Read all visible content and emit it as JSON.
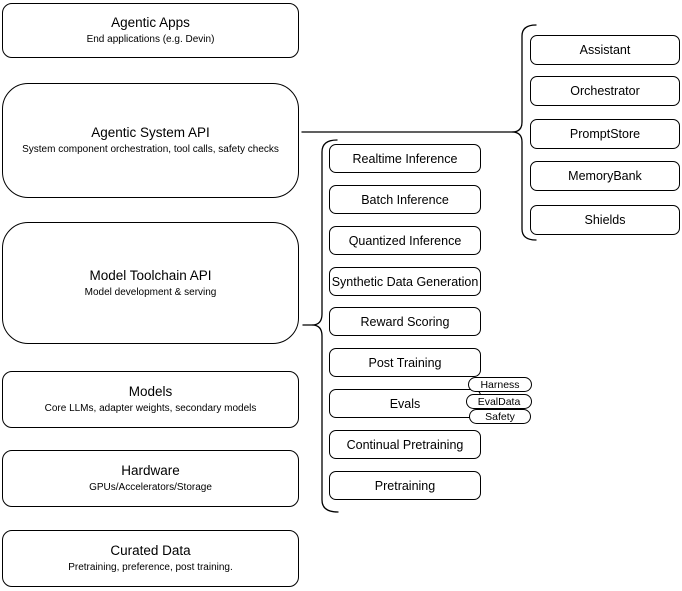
{
  "diagram": {
    "stack_layers": [
      {
        "title": "Agentic Apps",
        "subtitle": "End applications (e.g. Devin)"
      },
      {
        "title": "Agentic System API",
        "subtitle": "System component orchestration, tool calls, safety checks"
      },
      {
        "title": "Model Toolchain API",
        "subtitle": "Model development & serving"
      },
      {
        "title": "Models",
        "subtitle": "Core LLMs, adapter weights, secondary models"
      },
      {
        "title": "Hardware",
        "subtitle": "GPUs/Accelerators/Storage"
      },
      {
        "title": "Curated Data",
        "subtitle": "Pretraining, preference, post training."
      }
    ],
    "toolchain_services": [
      {
        "label": "Realtime Inference"
      },
      {
        "label": "Batch Inference"
      },
      {
        "label": "Quantized Inference"
      },
      {
        "label": "Synthetic Data Generation"
      },
      {
        "label": "Reward Scoring"
      },
      {
        "label": "Post Training"
      },
      {
        "label": "Evals"
      },
      {
        "label": "Continual Pretraining"
      },
      {
        "label": "Pretraining"
      }
    ],
    "system_components": [
      {
        "label": "Assistant"
      },
      {
        "label": "Orchestrator"
      },
      {
        "label": "PromptStore"
      },
      {
        "label": "MemoryBank"
      },
      {
        "label": "Shields"
      }
    ],
    "eval_tags": [
      {
        "label": "Harness"
      },
      {
        "label": "EvalData"
      },
      {
        "label": "Safety"
      }
    ],
    "colors": {
      "stroke": "#000000",
      "fill": "#ffffff"
    }
  }
}
